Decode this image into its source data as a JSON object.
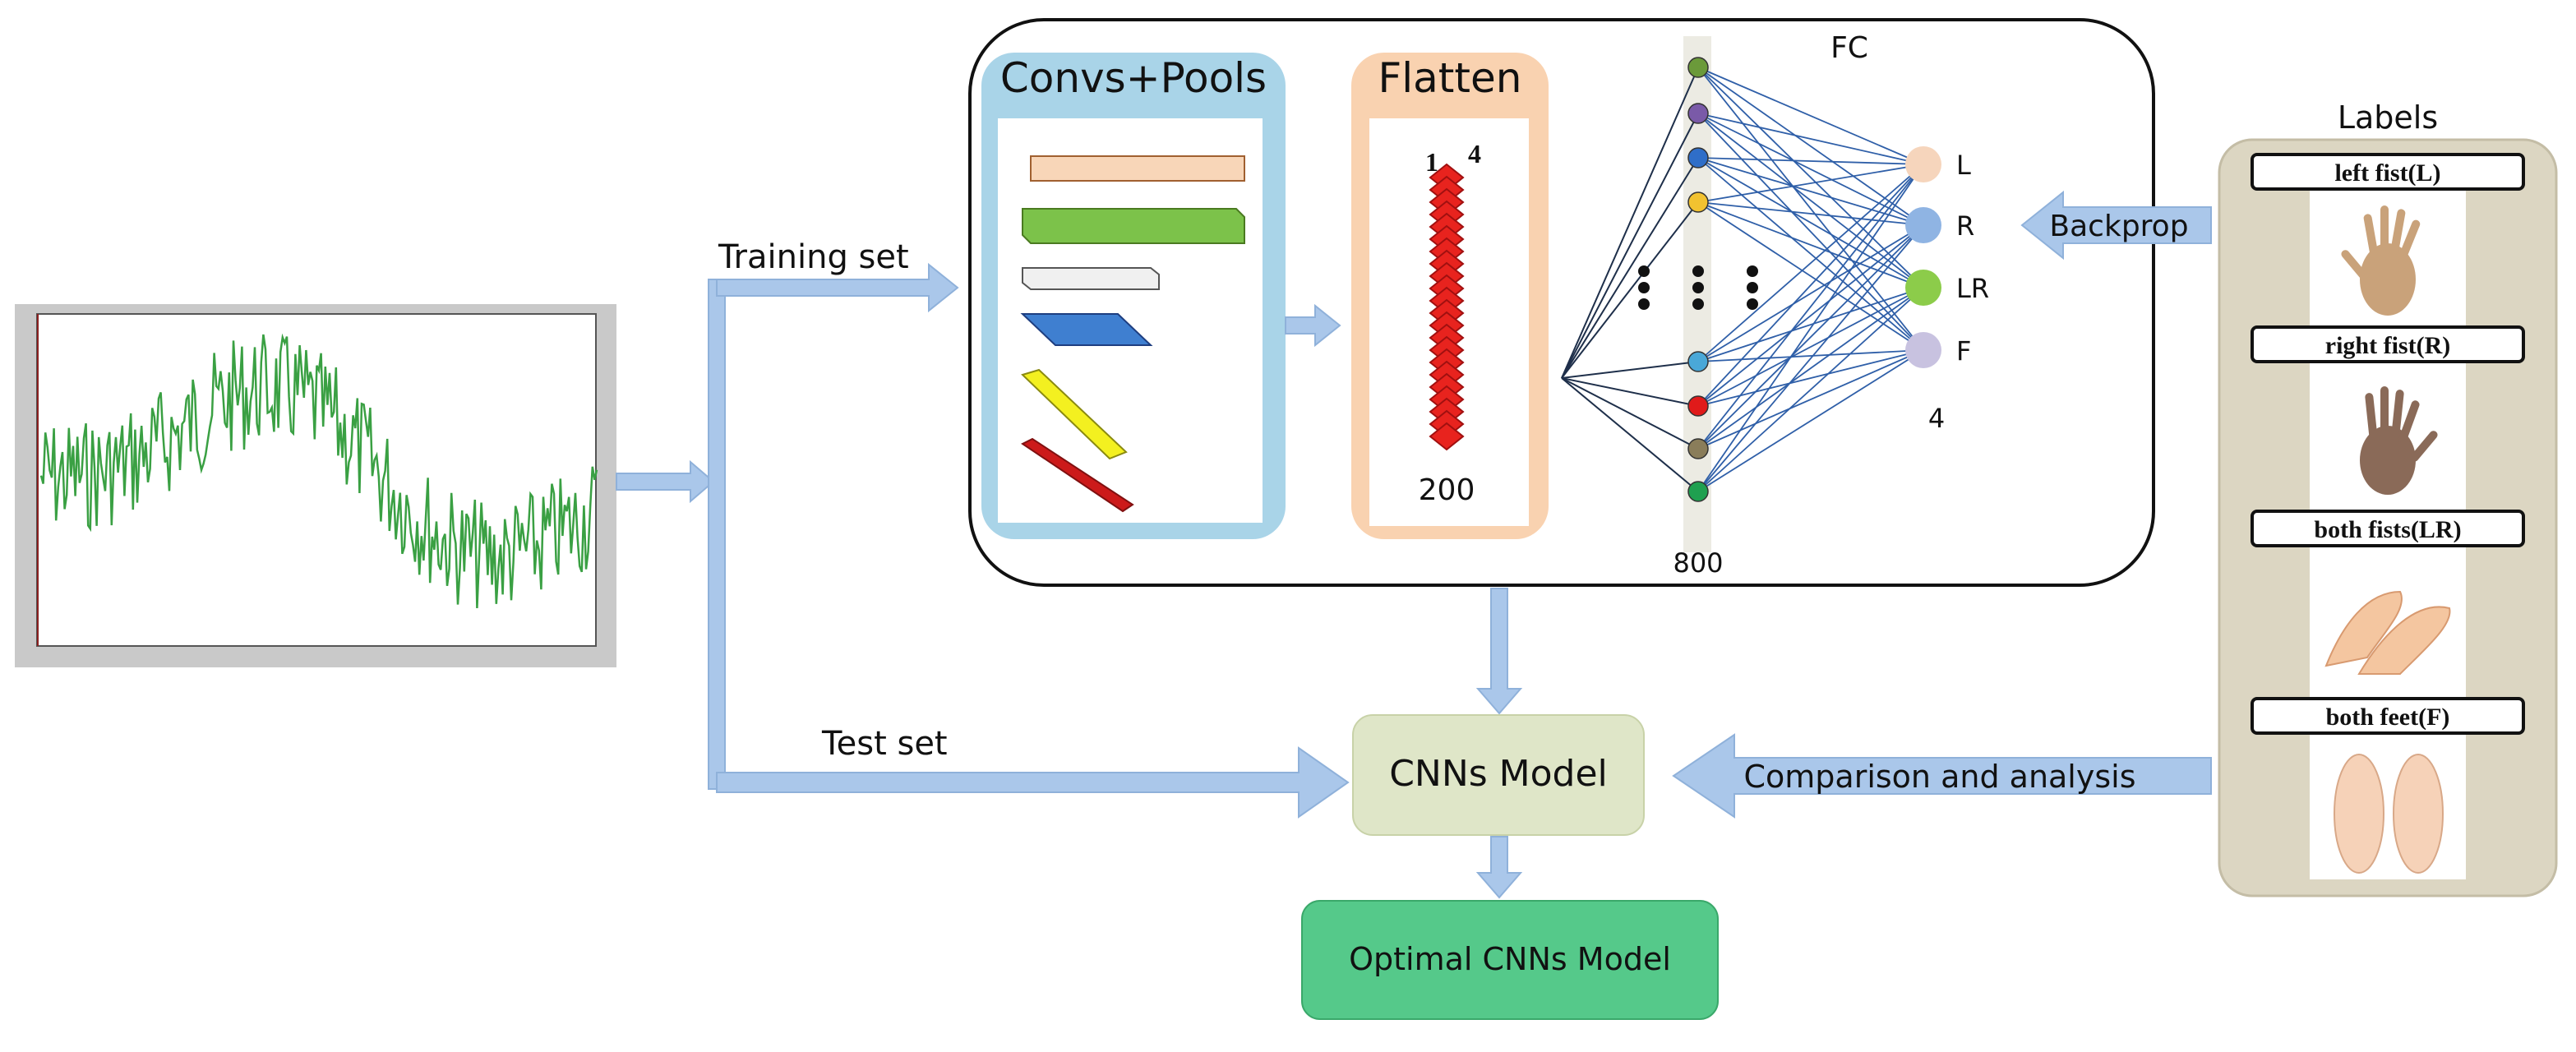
{
  "flow": {
    "training_set": "Training set",
    "test_set": "Test set",
    "backprop": "Backprop",
    "comparison": "Comparison and analysis"
  },
  "network": {
    "convs_title": "Convs+Pools",
    "flatten_title": "Flatten",
    "flatten_start": "1",
    "flatten_width": "4",
    "flatten_count": "200",
    "fc_title": "FC",
    "hidden_count": "800",
    "output_count": "4",
    "hidden_node_colors": [
      "#6b9a3a",
      "#7a5aa8",
      "#2f6ec8",
      "#f2c230",
      "#4aa8d8",
      "#e01a1a",
      "#8a7d5a",
      "#1fa050"
    ],
    "outputs": [
      {
        "label": "L",
        "color": "#f6d5bc"
      },
      {
        "label": "R",
        "color": "#8fb4e3"
      },
      {
        "label": "LR",
        "color": "#8ccc4a"
      },
      {
        "label": "F",
        "color": "#c8c2e0"
      }
    ]
  },
  "models": {
    "cnn": "CNNs Model",
    "optimal": "Optimal CNNs  Model"
  },
  "labels_panel": {
    "title": "Labels",
    "items": [
      "left fist(L)",
      "right fist(R)",
      "both fists(LR)",
      "both feet(F)"
    ]
  },
  "colors": {
    "arrow": "#aac7ea",
    "convs_bg": "#a9d4e8",
    "flatten_bg": "#f9d2b0",
    "cnn_model_bg": "#dfe6c8",
    "optimal_model_bg": "#55c98a",
    "labels_bg": "#dcd6c2",
    "signal": "#2f9a3a"
  }
}
